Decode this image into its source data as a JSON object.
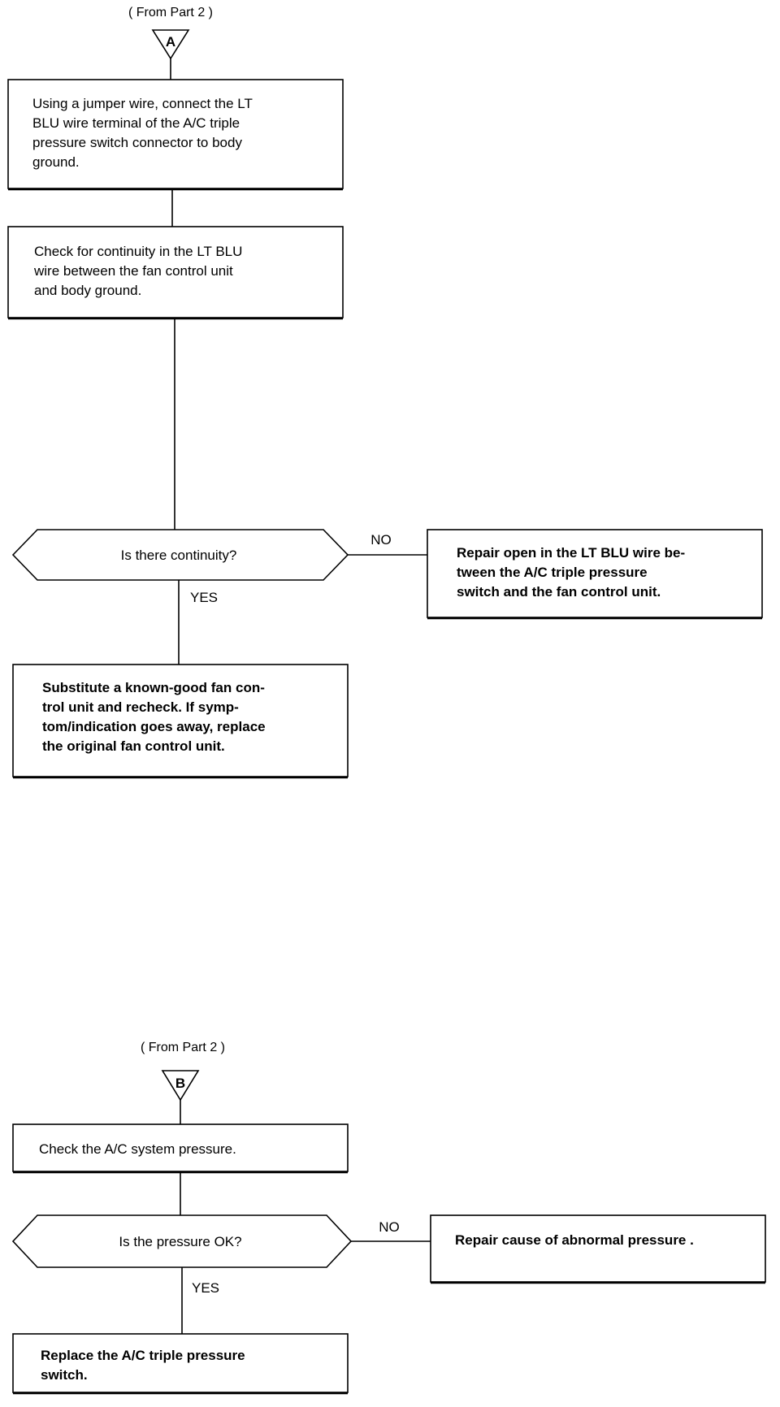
{
  "part_a": {
    "from_label": "( From Part 2 )",
    "connector": "A",
    "step1": [
      "Using a jumper wire, connect the LT",
      "BLU wire terminal of the A/C triple",
      "pressure switch connector to body",
      "ground."
    ],
    "step2": [
      "Check for continuity in the LT BLU",
      "wire between the fan control unit",
      "and body ground."
    ],
    "question": "Is there continuity?",
    "no_label": "NO",
    "yes_label": "YES",
    "no_action": [
      "Repair open in the LT BLU wire be-",
      "tween the A/C triple pressure",
      "switch and the fan control unit."
    ],
    "yes_action": [
      "Substitute a known-good fan con-",
      "trol unit and recheck. If symp-",
      "tom/indication goes away, replace",
      "the original fan control unit."
    ]
  },
  "part_b": {
    "from_label": "( From Part 2 )",
    "connector": "B",
    "step1": [
      "Check the A/C system pressure."
    ],
    "question": "Is the pressure OK?",
    "no_label": "NO",
    "yes_label": "YES",
    "no_action": [
      "Repair cause of abnormal pressure ."
    ],
    "yes_action": [
      "Replace the A/C triple pressure",
      "switch."
    ]
  }
}
